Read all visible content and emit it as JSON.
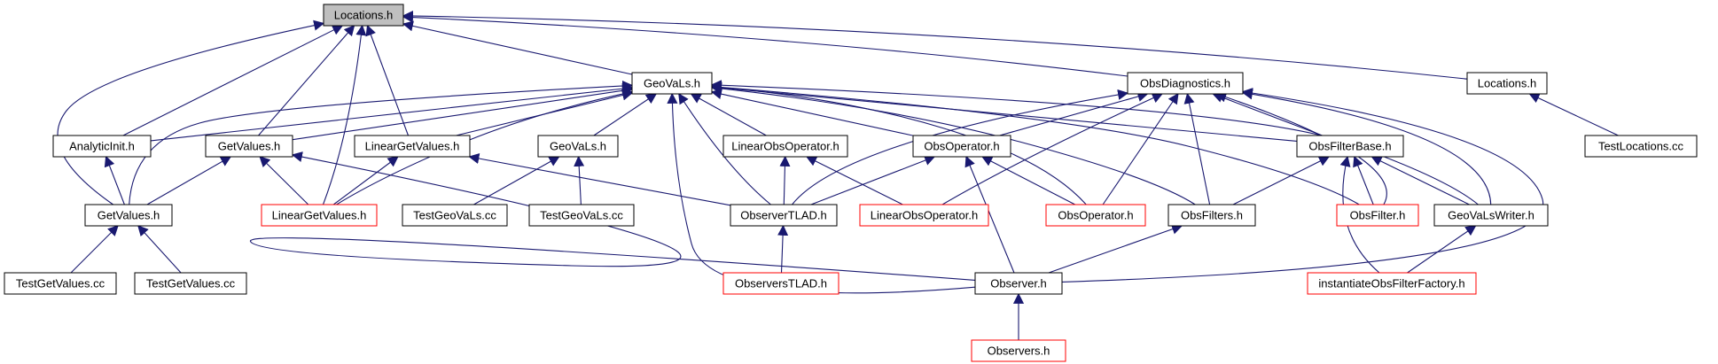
{
  "colors": {
    "edge": "#191970",
    "border_normal": "#000000",
    "border_truncated": "#ff0000",
    "fill_root": "#bfbfbf",
    "fill_normal": "#ffffff"
  },
  "nodes": [
    {
      "id": "locations_h_root",
      "label": "Locations.h",
      "kind": "root"
    },
    {
      "id": "geovals_h_main",
      "label": "GeoVaLs.h",
      "kind": "normal"
    },
    {
      "id": "obsdiagnostics_h",
      "label": "ObsDiagnostics.h",
      "kind": "normal"
    },
    {
      "id": "locations_h_2",
      "label": "Locations.h",
      "kind": "normal"
    },
    {
      "id": "analyticinit_h",
      "label": "AnalyticInit.h",
      "kind": "normal"
    },
    {
      "id": "getvalues_h_1",
      "label": "GetValues.h",
      "kind": "normal"
    },
    {
      "id": "lineargetvalues_h_1",
      "label": "LinearGetValues.h",
      "kind": "normal"
    },
    {
      "id": "geovals_h_2",
      "label": "GeoVaLs.h",
      "kind": "normal"
    },
    {
      "id": "linearobsoperator_h_1",
      "label": "LinearObsOperator.h",
      "kind": "normal"
    },
    {
      "id": "obsoperator_h_1",
      "label": "ObsOperator.h",
      "kind": "normal"
    },
    {
      "id": "obsfilterbase_h",
      "label": "ObsFilterBase.h",
      "kind": "normal"
    },
    {
      "id": "testlocations_cc",
      "label": "TestLocations.cc",
      "kind": "normal"
    },
    {
      "id": "getvalues_h_2",
      "label": "GetValues.h",
      "kind": "normal"
    },
    {
      "id": "lineargetvalues_h_2",
      "label": "LinearGetValues.h",
      "kind": "truncated"
    },
    {
      "id": "testgeovals_cc_1",
      "label": "TestGeoVaLs.cc",
      "kind": "normal"
    },
    {
      "id": "testgeovals_cc_2",
      "label": "TestGeoVaLs.cc",
      "kind": "normal"
    },
    {
      "id": "observertlad_h",
      "label": "ObserverTLAD.h",
      "kind": "normal"
    },
    {
      "id": "linearobsoperator_h_2",
      "label": "LinearObsOperator.h",
      "kind": "truncated"
    },
    {
      "id": "obsoperator_h_2",
      "label": "ObsOperator.h",
      "kind": "truncated"
    },
    {
      "id": "obsfilters_h",
      "label": "ObsFilters.h",
      "kind": "normal"
    },
    {
      "id": "obsfilter_h",
      "label": "ObsFilter.h",
      "kind": "truncated"
    },
    {
      "id": "geovalswriter_h",
      "label": "GeoVaLsWriter.h",
      "kind": "normal"
    },
    {
      "id": "testgetvalues_cc_1",
      "label": "TestGetValues.cc",
      "kind": "normal"
    },
    {
      "id": "testgetvalues_cc_2",
      "label": "TestGetValues.cc",
      "kind": "normal"
    },
    {
      "id": "observerstlad_h",
      "label": "ObserversTLAD.h",
      "kind": "truncated"
    },
    {
      "id": "observer_h",
      "label": "Observer.h",
      "kind": "normal"
    },
    {
      "id": "instantiateobsfilterfactory_h",
      "label": "instantiateObsFilterFactory.h",
      "kind": "truncated"
    },
    {
      "id": "observers_h",
      "label": "Observers.h",
      "kind": "truncated"
    }
  ],
  "edges": [
    {
      "from": "geovals_h_main",
      "to": "locations_h_root"
    },
    {
      "from": "obsdiagnostics_h",
      "to": "locations_h_root"
    },
    {
      "from": "locations_h_2",
      "to": "locations_h_root"
    },
    {
      "from": "analyticinit_h",
      "to": "locations_h_root"
    },
    {
      "from": "getvalues_h_1",
      "to": "locations_h_root"
    },
    {
      "from": "lineargetvalues_h_1",
      "to": "locations_h_root"
    },
    {
      "from": "getvalues_h_2",
      "to": "locations_h_root"
    },
    {
      "from": "lineargetvalues_h_2",
      "to": "locations_h_root"
    },
    {
      "from": "analyticinit_h",
      "to": "geovals_h_main"
    },
    {
      "from": "getvalues_h_1",
      "to": "geovals_h_main"
    },
    {
      "from": "lineargetvalues_h_1",
      "to": "geovals_h_main"
    },
    {
      "from": "geovals_h_2",
      "to": "geovals_h_main"
    },
    {
      "from": "linearobsoperator_h_1",
      "to": "geovals_h_main"
    },
    {
      "from": "obsoperator_h_1",
      "to": "geovals_h_main"
    },
    {
      "from": "obsfilterbase_h",
      "to": "geovals_h_main"
    },
    {
      "from": "getvalues_h_2",
      "to": "geovals_h_main"
    },
    {
      "from": "lineargetvalues_h_2",
      "to": "geovals_h_main"
    },
    {
      "from": "observertlad_h",
      "to": "geovals_h_main"
    },
    {
      "from": "obsoperator_h_2",
      "to": "geovals_h_main"
    },
    {
      "from": "obsfilters_h",
      "to": "geovals_h_main"
    },
    {
      "from": "obsfilter_h",
      "to": "geovals_h_main"
    },
    {
      "from": "geovalswriter_h",
      "to": "geovals_h_main"
    },
    {
      "from": "observer_h",
      "to": "geovals_h_main"
    },
    {
      "from": "obsoperator_h_1",
      "to": "obsdiagnostics_h"
    },
    {
      "from": "obsfilterbase_h",
      "to": "obsdiagnostics_h"
    },
    {
      "from": "observertlad_h",
      "to": "obsdiagnostics_h"
    },
    {
      "from": "linearobsoperator_h_2",
      "to": "obsdiagnostics_h"
    },
    {
      "from": "obsoperator_h_2",
      "to": "obsdiagnostics_h"
    },
    {
      "from": "obsfilters_h",
      "to": "obsdiagnostics_h"
    },
    {
      "from": "obsfilter_h",
      "to": "obsdiagnostics_h"
    },
    {
      "from": "geovalswriter_h",
      "to": "obsdiagnostics_h"
    },
    {
      "from": "observer_h",
      "to": "obsdiagnostics_h"
    },
    {
      "from": "testlocations_cc",
      "to": "locations_h_2"
    },
    {
      "from": "getvalues_h_2",
      "to": "analyticinit_h"
    },
    {
      "from": "getvalues_h_2",
      "to": "getvalues_h_1"
    },
    {
      "from": "lineargetvalues_h_2",
      "to": "getvalues_h_1"
    },
    {
      "from": "observer_h",
      "to": "getvalues_h_1"
    },
    {
      "from": "lineargetvalues_h_2",
      "to": "lineargetvalues_h_1"
    },
    {
      "from": "observertlad_h",
      "to": "lineargetvalues_h_1"
    },
    {
      "from": "testgeovals_cc_1",
      "to": "geovals_h_2"
    },
    {
      "from": "testgeovals_cc_2",
      "to": "geovals_h_2"
    },
    {
      "from": "observertlad_h",
      "to": "linearobsoperator_h_1"
    },
    {
      "from": "linearobsoperator_h_2",
      "to": "linearobsoperator_h_1"
    },
    {
      "from": "observertlad_h",
      "to": "obsoperator_h_1"
    },
    {
      "from": "obsoperator_h_2",
      "to": "obsoperator_h_1"
    },
    {
      "from": "observer_h",
      "to": "obsoperator_h_1"
    },
    {
      "from": "obsfilters_h",
      "to": "obsfilterbase_h"
    },
    {
      "from": "obsfilter_h",
      "to": "obsfilterbase_h"
    },
    {
      "from": "geovalswriter_h",
      "to": "obsfilterbase_h"
    },
    {
      "from": "instantiateobsfilterfactory_h",
      "to": "obsfilterbase_h"
    },
    {
      "from": "testgetvalues_cc_1",
      "to": "getvalues_h_2"
    },
    {
      "from": "testgetvalues_cc_2",
      "to": "getvalues_h_2"
    },
    {
      "from": "observerstlad_h",
      "to": "observertlad_h"
    },
    {
      "from": "observer_h",
      "to": "obsfilters_h"
    },
    {
      "from": "instantiateobsfilterfactory_h",
      "to": "geovalswriter_h"
    },
    {
      "from": "observers_h",
      "to": "observer_h"
    }
  ]
}
